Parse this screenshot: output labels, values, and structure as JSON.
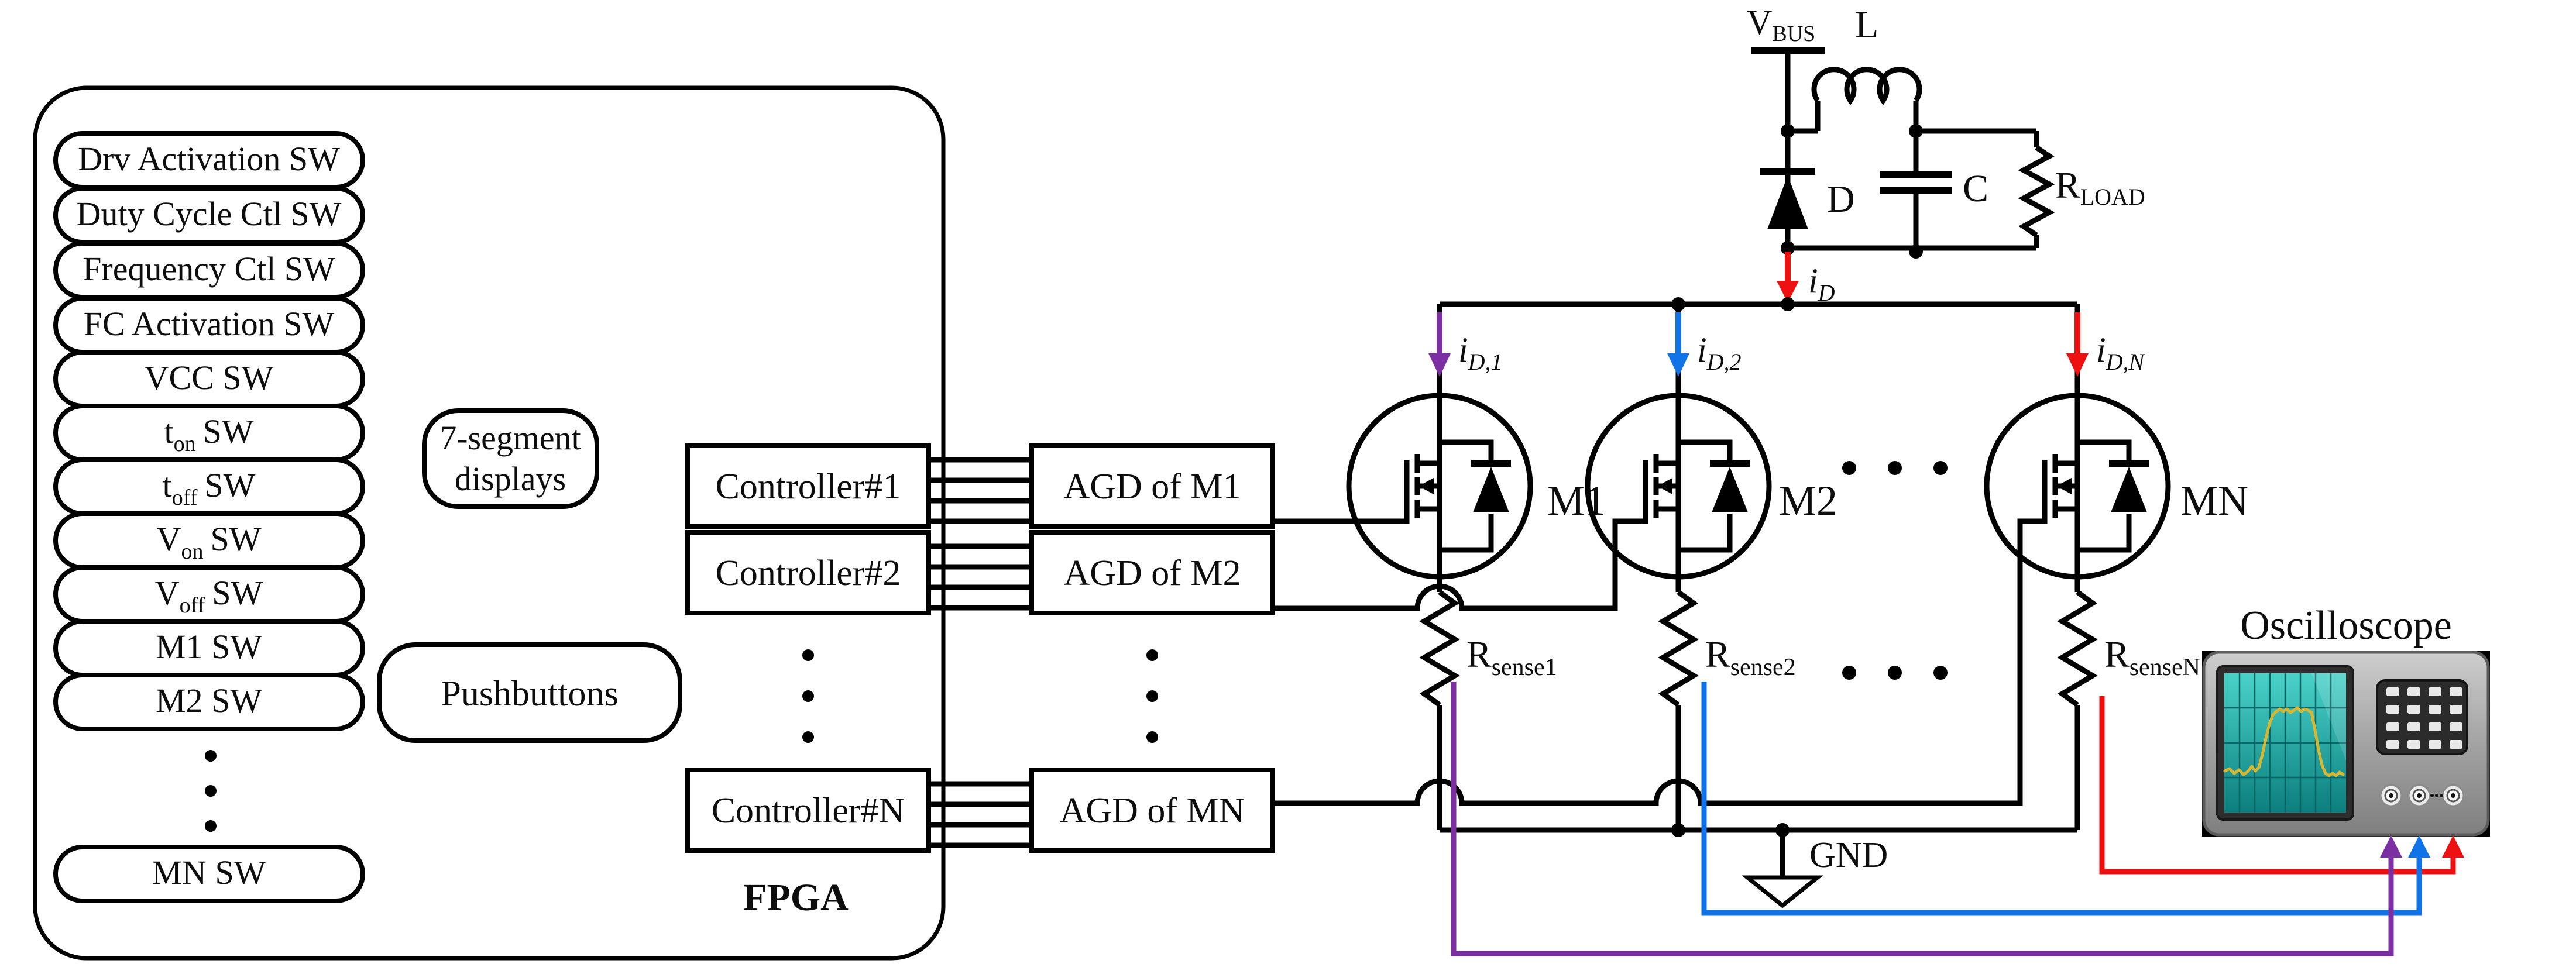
{
  "fpga": {
    "label": "FPGA",
    "switches": [
      {
        "pre": "Drv Activation SW",
        "sub": "",
        "post": ""
      },
      {
        "pre": "Duty Cycle Ctl SW",
        "sub": "",
        "post": ""
      },
      {
        "pre": "Frequency Ctl SW",
        "sub": "",
        "post": ""
      },
      {
        "pre": "FC Activation SW",
        "sub": "",
        "post": ""
      },
      {
        "pre": "VCC SW",
        "sub": "",
        "post": ""
      },
      {
        "pre": "t",
        "sub": "on",
        "post": "SW"
      },
      {
        "pre": "t",
        "sub": "off",
        "post": "SW"
      },
      {
        "pre": "V",
        "sub": "on",
        "post": "SW"
      },
      {
        "pre": "V",
        "sub": "off",
        "post": "SW"
      },
      {
        "pre": "M1 SW",
        "sub": "",
        "post": ""
      },
      {
        "pre": "M2 SW",
        "sub": "",
        "post": ""
      },
      {
        "pre": "MN SW",
        "sub": "",
        "post": ""
      }
    ],
    "seven_segment_line1": "7-segment",
    "seven_segment_line2": "displays",
    "pushbuttons": "Pushbuttons",
    "controllers": [
      "Controller#1",
      "Controller#2",
      "Controller#N"
    ]
  },
  "agd": {
    "units": [
      "AGD of M1",
      "AGD of M2",
      "AGD of MN"
    ]
  },
  "power_stage": {
    "vbus_pre": "V",
    "vbus_sub": "BUS",
    "inductor": "L",
    "diode": "D",
    "capacitor": "C",
    "rload_pre": "R",
    "rload_sub": "LOAD",
    "gnd": "GND",
    "id_pre": "i",
    "id_sub": "D"
  },
  "mosfets": [
    {
      "name": "M1",
      "i_pre": "i",
      "i_sub": "D,1"
    },
    {
      "name": "M2",
      "i_pre": "i",
      "i_sub": "D,2"
    },
    {
      "name": "MN",
      "i_pre": "i",
      "i_sub": "D,N"
    }
  ],
  "rsense": [
    {
      "pre": "R",
      "sub": "sense1"
    },
    {
      "pre": "R",
      "sub": "sense2"
    },
    {
      "pre": "R",
      "sub": "senseN"
    }
  ],
  "oscilloscope": {
    "title": "Oscilloscope"
  },
  "colors": {
    "probe_m1": "#7b2fa3",
    "probe_m2": "#1173e8",
    "probe_mn": "#ed1111",
    "id_arrow": "#ed1111",
    "trace": "#d6b733"
  }
}
